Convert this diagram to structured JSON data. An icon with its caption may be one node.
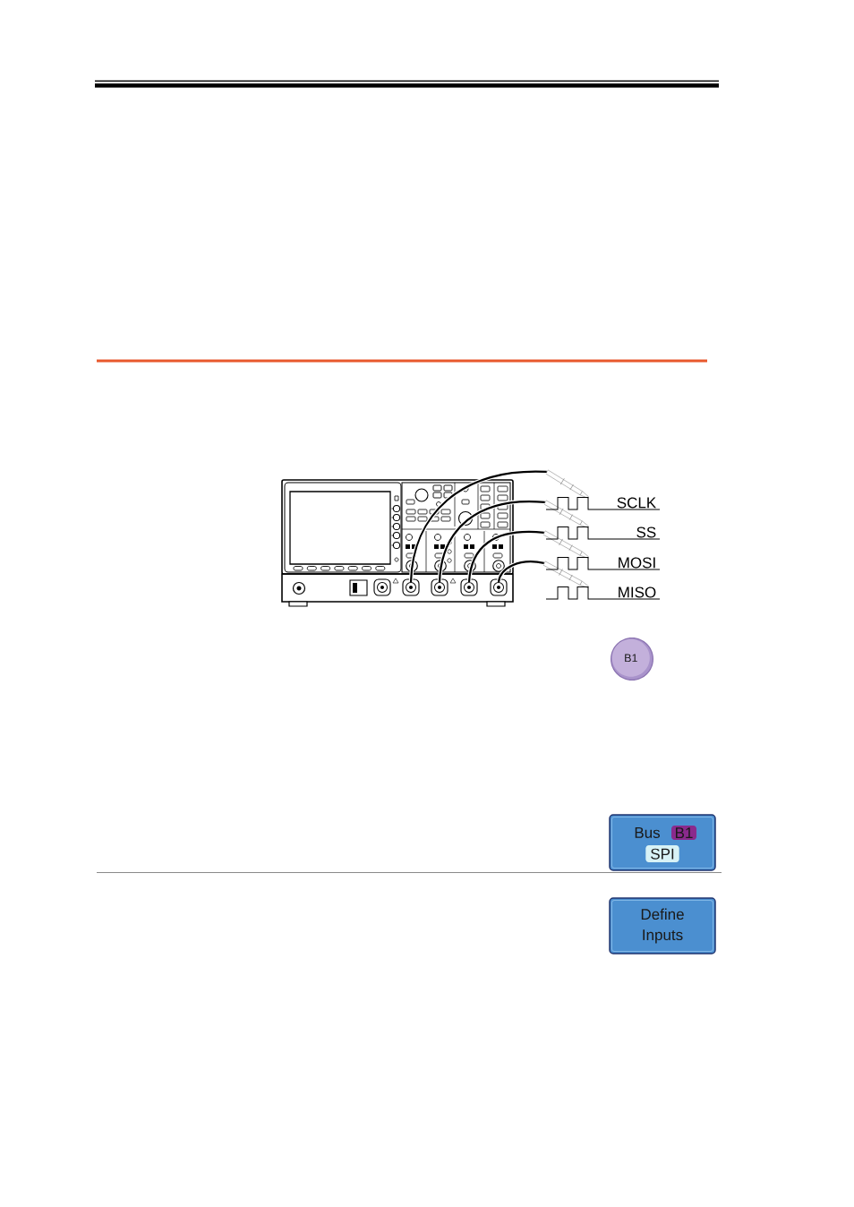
{
  "diagram": {
    "nodes": [
      {
        "text": [],
        "shape": "circle"
      },
      {
        "text": [],
        "shape": "circle"
      },
      {
        "text": [],
        "shape": "circle"
      },
      {
        "text": [],
        "shape": "circle"
      },
      {
        "text": [],
        "shape": "picture"
      },
      {
        "text": [],
        "shape": "picture"
      },
      {
        "text": [],
        "shape": "picture"
      },
      {
        "text": [],
        "shape": "picture"
      },
      {
        "text": [
          "SCLK"
        ]
      },
      {
        "text": [
          "SS"
        ]
      },
      {
        "text": [
          "MOSI"
        ]
      },
      {
        "text": [
          "MISO"
        ]
      },
      {
        "text": [
          "B1"
        ]
      },
      {
        "text": [
          "Bus"
        ]
      },
      {
        "text": [
          "B1"
        ],
        "in": 13
      },
      {
        "text": [
          "SPI"
        ],
        "in": 13
      },
      {
        "text": [
          "Define Inputs"
        ]
      }
    ],
    "edges": [
      {
        "from": 0,
        "to": 4,
        "arrow": "none"
      },
      {
        "from": 1,
        "to": 5,
        "arrow": "none"
      },
      {
        "from": 2,
        "to": 6,
        "arrow": "none"
      },
      {
        "from": 3,
        "to": 7,
        "arrow": "none"
      }
    ]
  }
}
